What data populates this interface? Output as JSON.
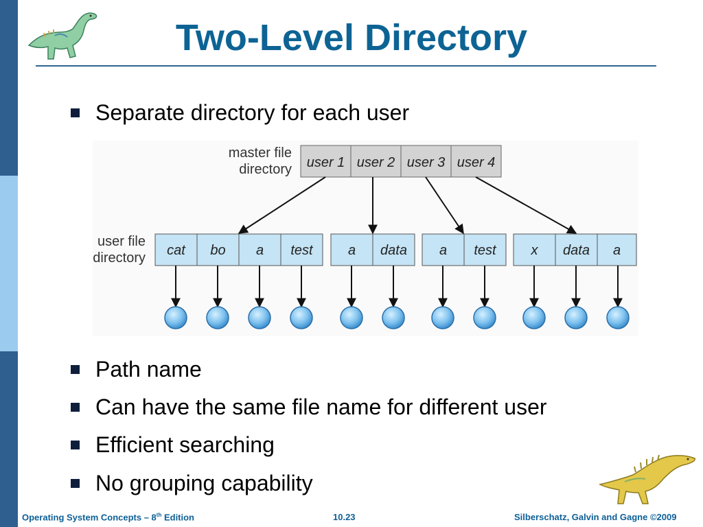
{
  "slide": {
    "title": "Two-Level Directory",
    "bullets": [
      "Separate directory for each user",
      "Path name",
      "Can have the same file name for different user",
      "Efficient searching",
      "No grouping capability"
    ]
  },
  "diagram": {
    "master_label_line1": "master file",
    "master_label_line2": "directory",
    "user_label_line1": "user file",
    "user_label_line2": "directory",
    "master_entries": [
      "user 1",
      "user 2",
      "user 3",
      "user 4"
    ],
    "user_directories": [
      [
        "cat",
        "bo",
        "a",
        "test"
      ],
      [
        "a",
        "data"
      ],
      [
        "a",
        "test"
      ],
      [
        "x",
        "data",
        "a"
      ]
    ]
  },
  "footer": {
    "left_prefix": "Operating System Concepts – 8",
    "left_sup": "th",
    "left_suffix": " Edition",
    "page": "10.23",
    "right": "Silberschatz, Galvin and Gagne ©2009"
  },
  "colors": {
    "title": "#0d6394",
    "accent_dark": "#2e5f8f",
    "accent_light": "#9ccbf0",
    "cell_master": "#d3d3d3",
    "cell_user": "#c5e4f5",
    "file_node": "#6db4e6"
  },
  "icons": [
    "dinosaur-logo-icon"
  ]
}
